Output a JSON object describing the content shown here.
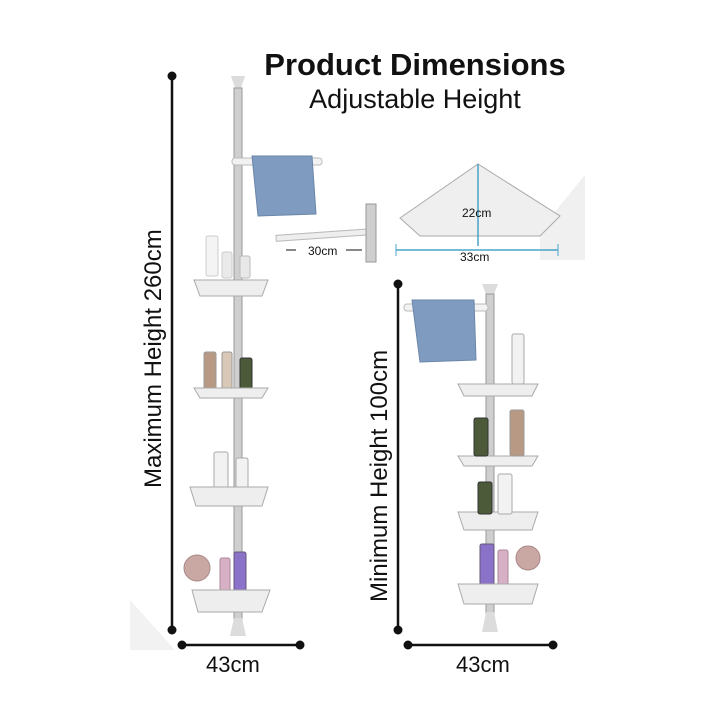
{
  "header": {
    "title": "Product Dimensions",
    "subtitle": "Adjustable Height"
  },
  "dimensions": {
    "max_height": "Maximum Height 260cm",
    "min_height": "Minimum Height 100cm",
    "width_left": "43cm",
    "width_right": "43cm",
    "towel_bar": "30cm",
    "shelf_depth": "22cm",
    "shelf_width": "33cm"
  },
  "colors": {
    "pole": "#c9c9c9",
    "shelf": "#eeeeee",
    "towel": "#7f9cc0",
    "dim_line": "#111111"
  }
}
